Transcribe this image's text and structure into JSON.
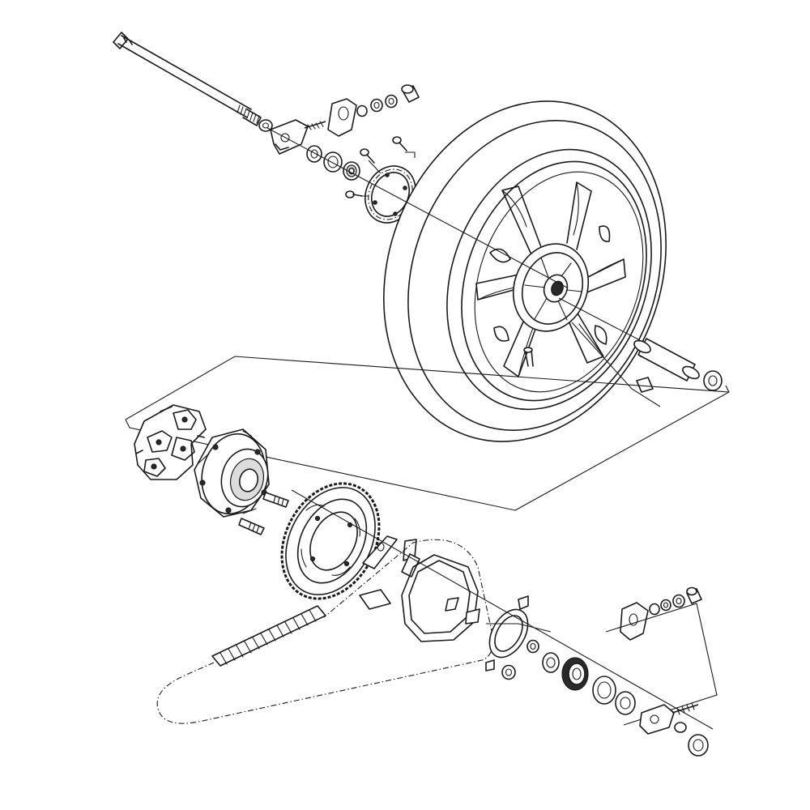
{
  "diagram": {
    "type": "exploded-parts-view",
    "colors": {
      "line": "#1a1a1a",
      "background": "#ffffff"
    },
    "assemblies": [
      {
        "name": "rear-axle"
      },
      {
        "name": "left-chain-adjuster"
      },
      {
        "name": "abs-sensor-rotor"
      },
      {
        "name": "rear-wheel-tire"
      },
      {
        "name": "cush-drive-dampers"
      },
      {
        "name": "sprocket-hub"
      },
      {
        "name": "rear-sprocket"
      },
      {
        "name": "drive-chain"
      },
      {
        "name": "sprocket-retainer"
      },
      {
        "name": "right-chain-adjuster"
      }
    ]
  }
}
